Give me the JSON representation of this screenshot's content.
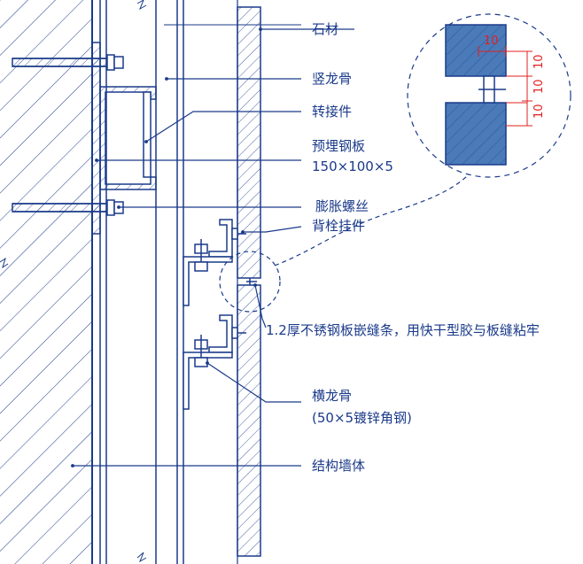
{
  "labels": {
    "stone": "石材",
    "vertical_keel": "竖龙骨",
    "adapter": "转接件",
    "embedded_plate": "预埋钢板",
    "embedded_plate_size": "150×100×5",
    "expansion_bolt": "膨胀螺丝",
    "back_bolt_hanger": "背栓挂件",
    "joint_strip_note": "1.2厚不锈钢板嵌缝条，用快干型胶与板缝粘牢",
    "horizontal_keel": "横龙骨",
    "horizontal_keel_spec": "(50×5镀锌角钢)",
    "structural_wall": "结构墙体"
  },
  "detail_dimensions": {
    "width": "10",
    "heights": [
      "10",
      "10",
      "10"
    ]
  },
  "colors": {
    "line": "#1a3a8a",
    "dimension": "#e02020",
    "stone_fill": "#4a7ab8"
  }
}
